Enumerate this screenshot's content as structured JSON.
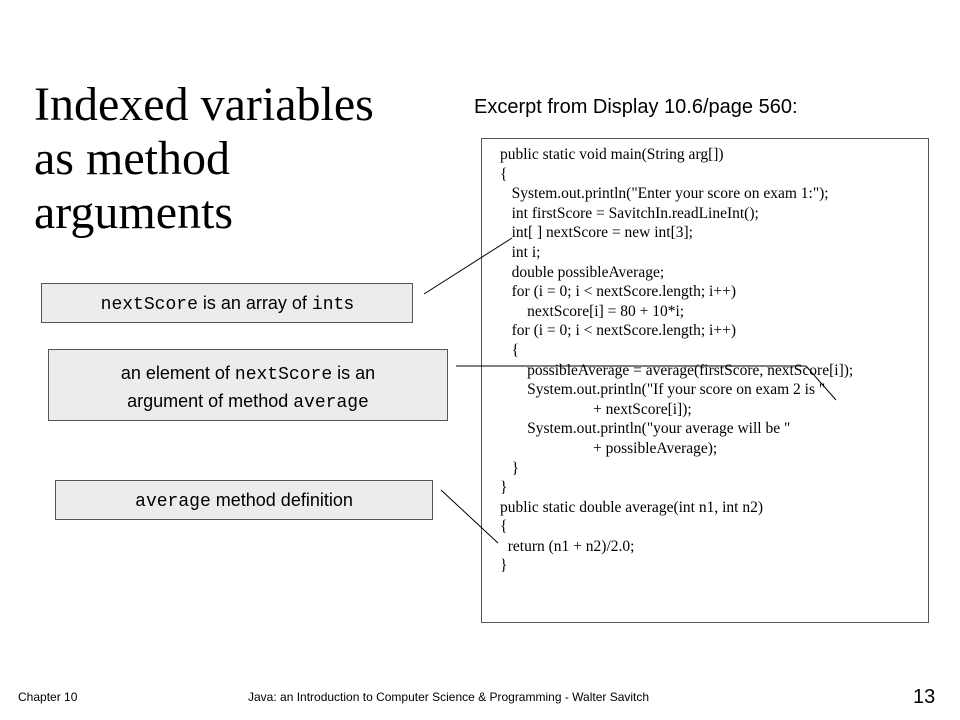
{
  "slide": {
    "title_lines": [
      "Indexed variables",
      "as method",
      "arguments"
    ],
    "excerpt_label": "Excerpt from Display 10.6/page 560:"
  },
  "code_lines": [
    "public static void main(String arg[])",
    "{",
    "   System.out.println(\"Enter your score on exam 1:\");",
    "   int firstScore = SavitchIn.readLineInt();",
    "   int[ ] nextScore = new int[3];",
    "   int i;",
    "   double possibleAverage;",
    "   for (i = 0; i < nextScore.length; i++)",
    "       nextScore[i] = 80 + 10*i;",
    "   for (i = 0; i < nextScore.length; i++)",
    "   {",
    "       possibleAverage = average(firstScore, nextScore[i]);",
    "       System.out.println(\"If your score on exam 2 is \"",
    "                        + nextScore[i]);",
    "       System.out.println(\"your average will be \"",
    "                        + possibleAverage);",
    "   }",
    "}",
    "public static double average(int n1, int n2)",
    "{",
    "  return (n1 + n2)/2.0;",
    "}"
  ],
  "callouts": {
    "array": {
      "code1": "nextScore",
      "text1": " is an array of ",
      "code2": "int",
      "text2": "s"
    },
    "element": {
      "line1_text1": "an element of ",
      "line1_code": "nextScore",
      "line1_text2": " is an",
      "line2_text": "argument of method ",
      "line2_code": "average"
    },
    "definition": {
      "code": "average",
      "text": " method definition"
    }
  },
  "footer": {
    "chapter": "Chapter 10",
    "credit": "Java: an Introduction to Computer Science & Programming - Walter Savitch",
    "page": "13"
  }
}
